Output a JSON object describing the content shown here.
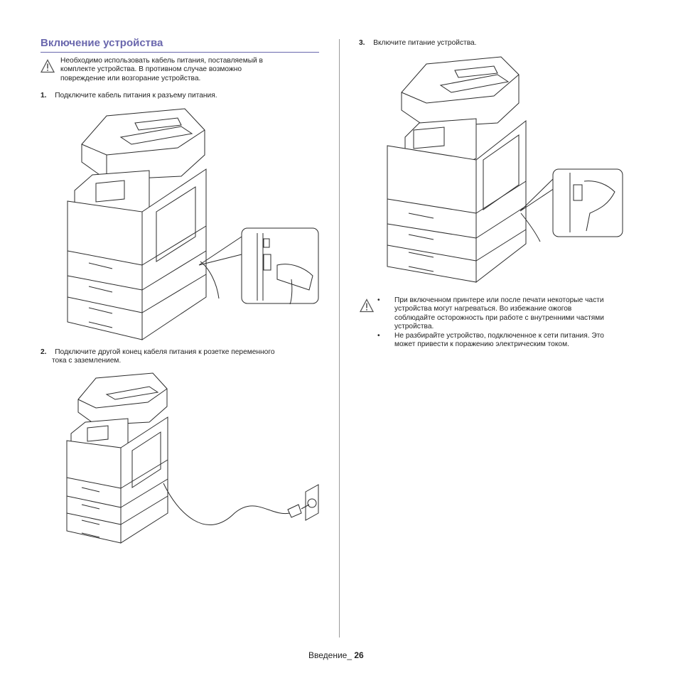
{
  "section_title": "Включение устройства",
  "caution_top": [
    "Необходимо использовать кабель питания, поставляемый в",
    "комплекте устройства. В противном случае возможно",
    "повреждение или возгорание устройства."
  ],
  "steps": [
    {
      "number": "1.",
      "lines": [
        "Подключите кабель питания к разъему питания."
      ]
    },
    {
      "number": "2.",
      "lines": [
        "Подключите другой конец кабеля питания к розетке переменного",
        "тока с заземлением."
      ]
    },
    {
      "number": "3.",
      "lines": [
        "Включите питание устройства."
      ]
    }
  ],
  "caution_bottom": [
    {
      "bullet": "•",
      "lines": [
        "При включенном принтере или после печати некоторые части",
        "устройства могут нагреваться. Во избежание ожогов",
        "соблюдайте осторожность при работе с внутренними частями",
        "устройства."
      ]
    },
    {
      "bullet": "•",
      "lines": [
        "Не разбирайте устройство, подключенное к сети питания. Это",
        "может привести к поражению электрическим током."
      ]
    }
  ],
  "footer": {
    "label": "Введение_",
    "page": "26"
  },
  "icons": {
    "warning": "warning-triangle-icon"
  },
  "colors": {
    "title": "#6a67ad",
    "text": "#222222"
  }
}
